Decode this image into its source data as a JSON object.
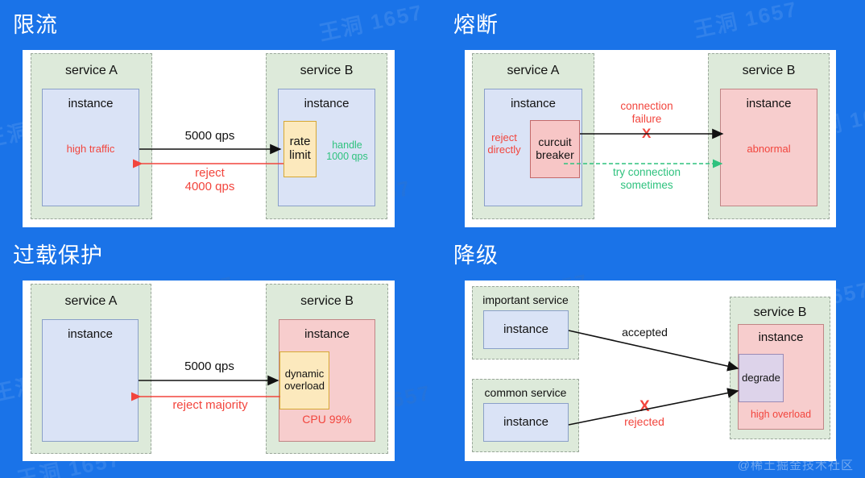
{
  "page": {
    "background_color": "#1a73e8",
    "watermark_brand": "@稀土掘金技术社区",
    "watermark_pattern": "王洞 1657"
  },
  "panels": [
    {
      "id": "rate-limit",
      "title": "限流",
      "left_service": {
        "name": "service A",
        "instance_label": "instance",
        "instance_note": "high traffic"
      },
      "right_service": {
        "name": "service B",
        "instance_label": "instance",
        "component": "rate limit",
        "component_line1": "rate",
        "component_line2": "limit",
        "note_line1": "handle",
        "note_line2": "1000 qps"
      },
      "arrows": [
        {
          "label": "5000 qps",
          "direction": "right",
          "color": "#111111"
        },
        {
          "label_line1": "reject",
          "label_line2": "4000 qps",
          "direction": "left",
          "color": "#f2453d"
        }
      ]
    },
    {
      "id": "circuit-breaker",
      "title": "熔断",
      "left_service": {
        "name": "service A",
        "instance_label": "instance",
        "instance_note_line1": "reject",
        "instance_note_line2": "directly",
        "component_line1": "curcuit",
        "component_line2": "breaker"
      },
      "right_service": {
        "name": "service B",
        "instance_label": "instance",
        "instance_note": "abnormal"
      },
      "arrows": [
        {
          "label_line1": "connection",
          "label_line2": "failure",
          "marker": "X",
          "direction": "right",
          "color": "#111111"
        },
        {
          "label_line1": "try connection",
          "label_line2": "sometimes",
          "direction": "right",
          "style": "dashed",
          "color": "#2ec27e"
        }
      ]
    },
    {
      "id": "overload-protection",
      "title": "过载保护",
      "left_service": {
        "name": "service A",
        "instance_label": "instance"
      },
      "right_service": {
        "name": "service B",
        "instance_label": "instance",
        "component_line1": "dynamic",
        "component_line2": "overload",
        "status": "CPU 99%"
      },
      "arrows": [
        {
          "label": "5000 qps",
          "direction": "right",
          "color": "#111111"
        },
        {
          "label": "reject majority",
          "direction": "left",
          "color": "#f2453d"
        }
      ]
    },
    {
      "id": "degradation",
      "title": "降级",
      "sources": [
        {
          "name": "important service",
          "instance_label": "instance"
        },
        {
          "name": "common service",
          "instance_label": "instance"
        }
      ],
      "target": {
        "name": "service B",
        "instance_label": "instance",
        "component": "degrade",
        "status": "high overload"
      },
      "arrows": [
        {
          "label": "accepted",
          "direction": "right",
          "color": "#111111"
        },
        {
          "label": "rejected",
          "marker": "X",
          "direction": "right",
          "color": "#111111",
          "label_color": "#f2453d"
        }
      ]
    }
  ],
  "colors": {
    "background": "#1a73e8",
    "card": "#ffffff",
    "service_fill": "#ddeada",
    "service_border": "#9aa79a",
    "instance_blue": "#dae3f6",
    "instance_red": "#f7cdcd",
    "component_yellow": "#fce9bd",
    "component_pink": "#f7c6c6",
    "component_purple": "#ddd3ea",
    "red_text": "#f2453d",
    "green_text": "#2ec27e"
  }
}
